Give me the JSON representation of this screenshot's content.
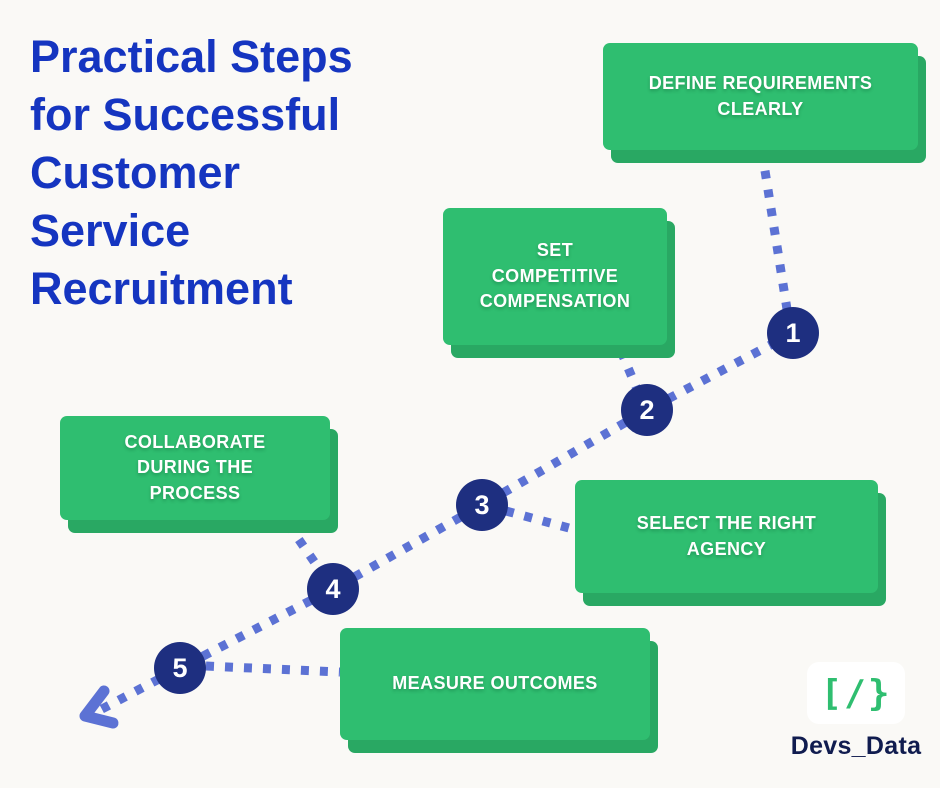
{
  "background": "#faf9f6",
  "title": {
    "full": "Practical Steps for Successful Customer Service Recruitment",
    "lines": [
      "Practical Steps",
      "for Successful",
      "Customer",
      "Service",
      "Recruitment"
    ],
    "color": "#1535c0"
  },
  "steps": [
    {
      "number": "1",
      "label": "DEFINE REQUIREMENTS CLEARLY"
    },
    {
      "number": "2",
      "label": "SET COMPETITIVE COMPENSATION"
    },
    {
      "number": "3",
      "label": "SELECT THE RIGHT AGENCY"
    },
    {
      "number": "4",
      "label": "COLLABORATE DURING THE PROCESS"
    },
    {
      "number": "5",
      "label": "MEASURE OUTCOMES"
    }
  ],
  "colors": {
    "box_green": "#2fbe70",
    "box_shadow_green": "#29a863",
    "circle_navy": "#1e2f80",
    "dotted_line": "#5c72d4",
    "title_blue": "#1535c0",
    "logo_navy": "#101c4f"
  },
  "logo": {
    "glyph": "[/}",
    "text": "Devs_Data"
  }
}
